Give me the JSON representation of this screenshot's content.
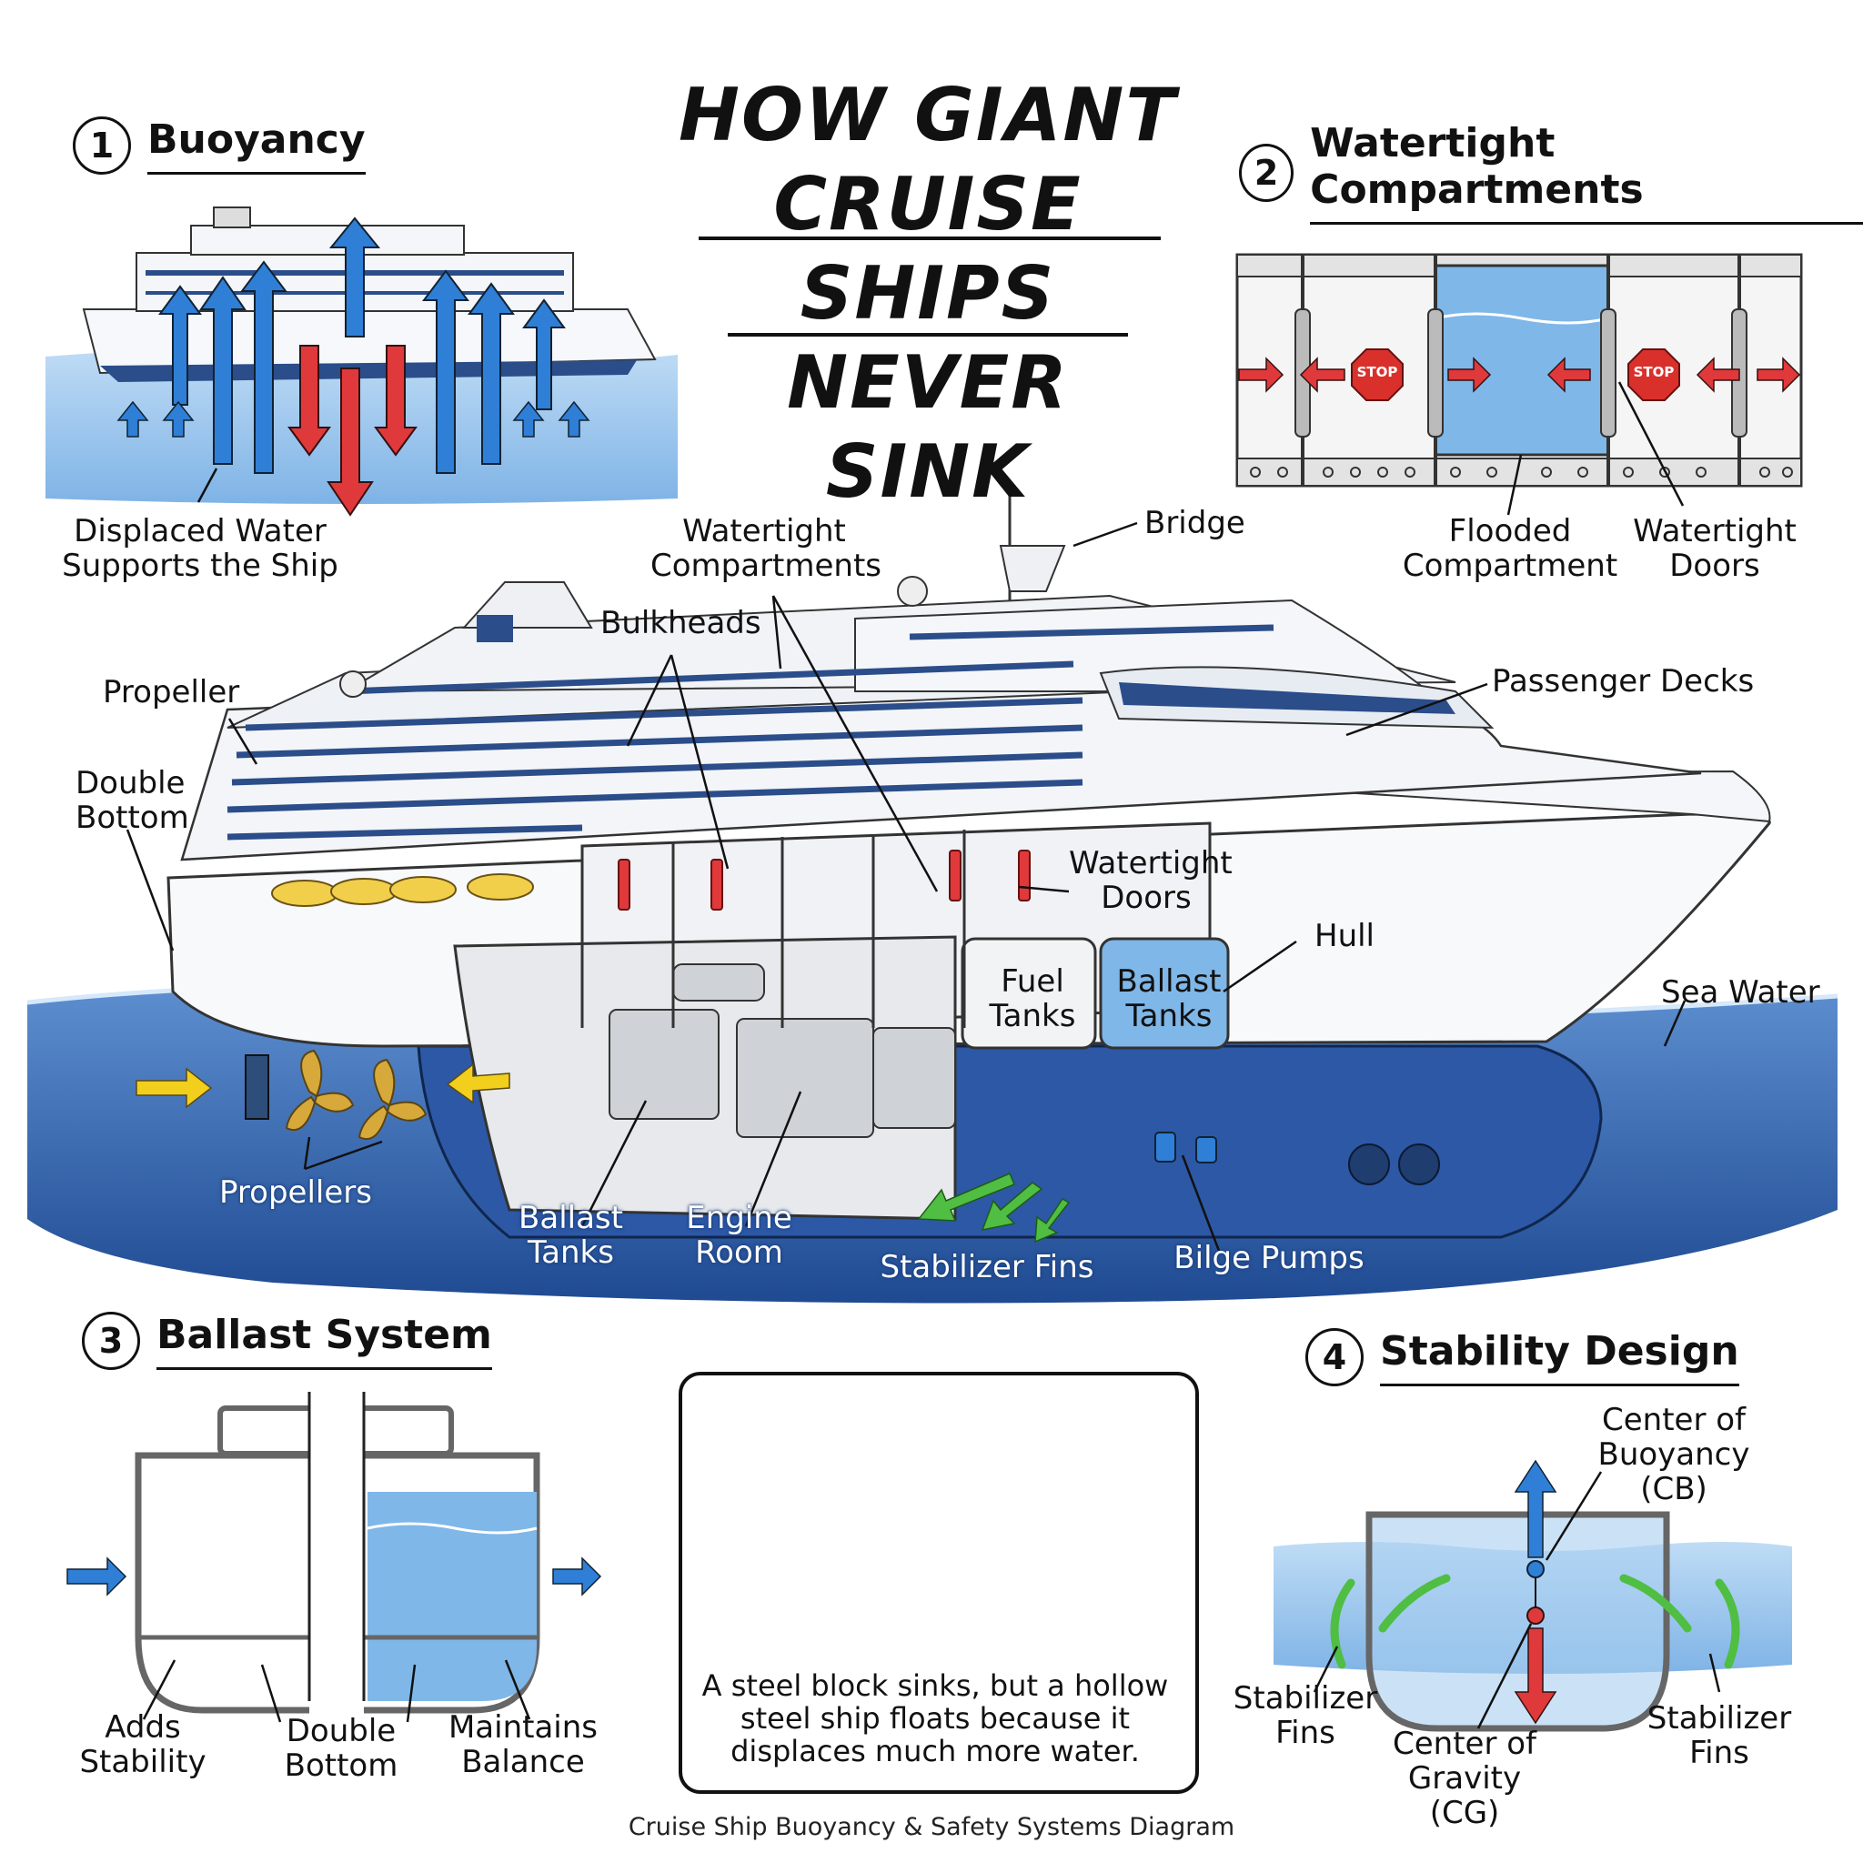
{
  "title": {
    "line1": "HOW GIANT",
    "line2": "CRUISE SHIPS",
    "line3": "NEVER SINK"
  },
  "sections": [
    {
      "number": "1",
      "title": "Buoyancy"
    },
    {
      "number": "2",
      "title": "Watertight Compartments"
    },
    {
      "number": "3",
      "title": "Ballast System"
    },
    {
      "number": "4",
      "title": "Stability Design"
    }
  ],
  "buoyancy": {
    "caption": "Displaced Water\nSupports the Ship"
  },
  "compartments": {
    "stop_sign": "STOP",
    "flooded_label": "Flooded\nCompartment",
    "doors_label": "Watertight\nDoors"
  },
  "main_ship": {
    "labels": {
      "propeller": "Propeller",
      "double_bottom": "Double\nBottom",
      "bulkheads": "Bulkheads",
      "watertight_compartments": "Watertight\nCompartments",
      "bridge": "Bridge",
      "passenger_decks": "Passenger Decks",
      "watertight_doors": "Watertight\nDoors",
      "hull": "Hull",
      "fuel_tanks": "Fuel\nTanks",
      "ballast_tanks_upper": "Ballast\nTanks",
      "sea_water": "Sea Water",
      "propellers": "Propellers",
      "ballast_tanks_lower": "Ballast\nTanks",
      "engine_room": "Engine\nRoom",
      "stabilizer_fins": "Stabilizer Fins",
      "bilge_pumps": "Bilge Pumps"
    }
  },
  "ballast": {
    "adds_stability": "Adds\nStability",
    "double_bottom": "Double\nBottom",
    "maintains_balance": "Maintains\nBalance"
  },
  "callout": {
    "text": "A steel block sinks, but a hollow steel ship floats because it displaces much more water."
  },
  "stability": {
    "center_buoyancy": "Center of\nBuoyancy (CB)",
    "center_gravity": "Center of\nGravity (CG)",
    "fins_left": "Stabilizer\nFins",
    "fins_right": "Stabilizer\nFins"
  },
  "footer": "Cruise Ship Buoyancy & Safety Systems Diagram",
  "colors": {
    "water_light": "#a9cff0",
    "water_deep": "#2d5fa8",
    "arrow_blue": "#2f7fd6",
    "arrow_red": "#e0393b",
    "arrow_green": "#4fbe43",
    "arrow_yellow": "#f2cf1d",
    "stop_red": "#d9302c",
    "propeller_gold": "#d6a93a"
  }
}
